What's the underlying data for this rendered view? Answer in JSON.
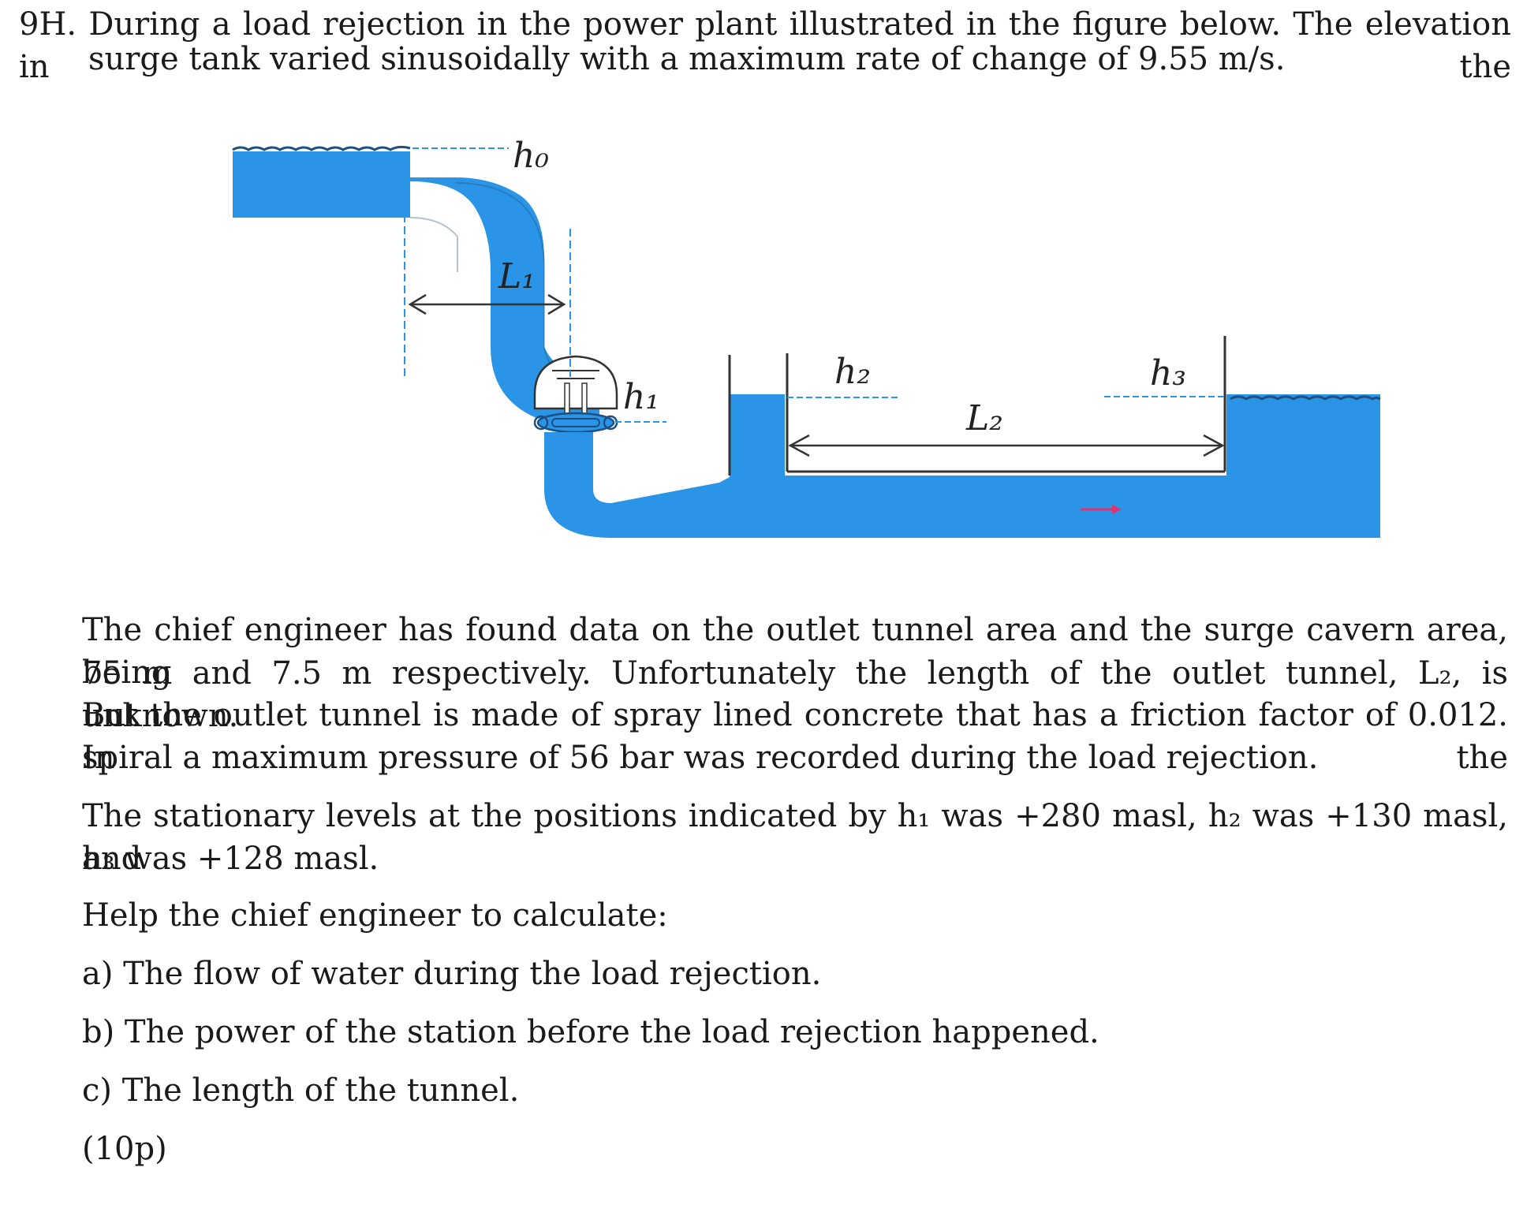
{
  "problem": {
    "line1": "9H. During a load rejection in the power plant illustrated in the figure below. The elevation in the",
    "line2": "surge tank varied sinusoidally with a maximum rate of change of 9.55 m/s."
  },
  "figure": {
    "labels": {
      "h0": "h₀",
      "L1": "L₁",
      "h1": "h₁",
      "h2": "h₂",
      "L2": "L₂",
      "h3": "h₃"
    },
    "colors": {
      "water": "#2a95e6",
      "outline": "#1f4f80",
      "line": "#333333",
      "flow_arrow": "#e0326e"
    }
  },
  "para1": {
    "line1": "The chief engineer has found data on the outlet tunnel area and the surge cavern area, being",
    "line2": "75 m and 7.5 m respectively. Unfortunately the length of the outlet tunnel, L₂, is unknown.",
    "line3": "But the outlet tunnel is made of spray lined concrete that has a friction factor of 0.012. In the",
    "line4": "spiral a maximum pressure of 56 bar was recorded during the load rejection."
  },
  "para2": {
    "line1": "The stationary levels at the positions indicated by h₁ was +280 masl, h₂ was +130 masl, and",
    "line2": "h₃ was +128 masl."
  },
  "help": "Help the chief engineer to calculate:",
  "questions": [
    "a) The flow of water during the load rejection.",
    "b) The power of the station before the load rejection happened.",
    "c) The length of the tunnel."
  ],
  "points": "(10p)"
}
